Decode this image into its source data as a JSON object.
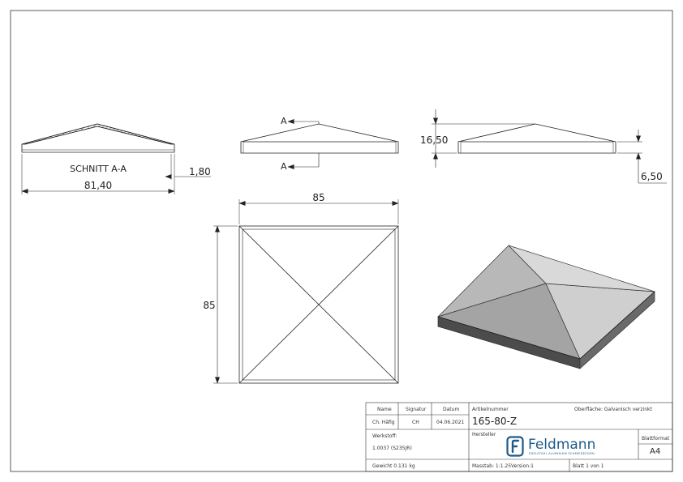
{
  "views": {
    "section_label": "SCHNITT A-A",
    "section_marker": "A"
  },
  "dimensions": {
    "section_width": "81,40",
    "wall_thickness": "1,80",
    "total_height": "16,50",
    "rim_height": "6,50",
    "top_width": "85",
    "top_depth": "85"
  },
  "title_block": {
    "name_header": "Name",
    "signatur_header": "Signatur",
    "datum_header": "Datum",
    "name_value": "Ch. Häfig",
    "signatur_value": "CH",
    "datum_value": "04.06.2021",
    "artikelnummer_label": "Artikelnummer",
    "artikelnummer_value": "165-80-Z",
    "oberflaeche": "Oberfläche: Galvanisch verzinkt",
    "hersteller_label": "Hersteller",
    "werkstoff_label": "Werkstoff:",
    "werkstoff_value": "1.0037 (S235JR)",
    "blattformat_label": "Blattformat",
    "blattformat_value": "A4",
    "gewicht": "Gewicht 0.131 kg",
    "massstab": "Masstab: 1:1.25",
    "version": "Version:1",
    "blatt": "Blatt 1 von 1"
  },
  "logo": {
    "name": "Feldmann",
    "tagline": "EDELSTAHL ALUMINIUM SCHMIEDEEISEN",
    "icon": "feldmann-f-logo-icon",
    "color": "#1f5a8a"
  }
}
